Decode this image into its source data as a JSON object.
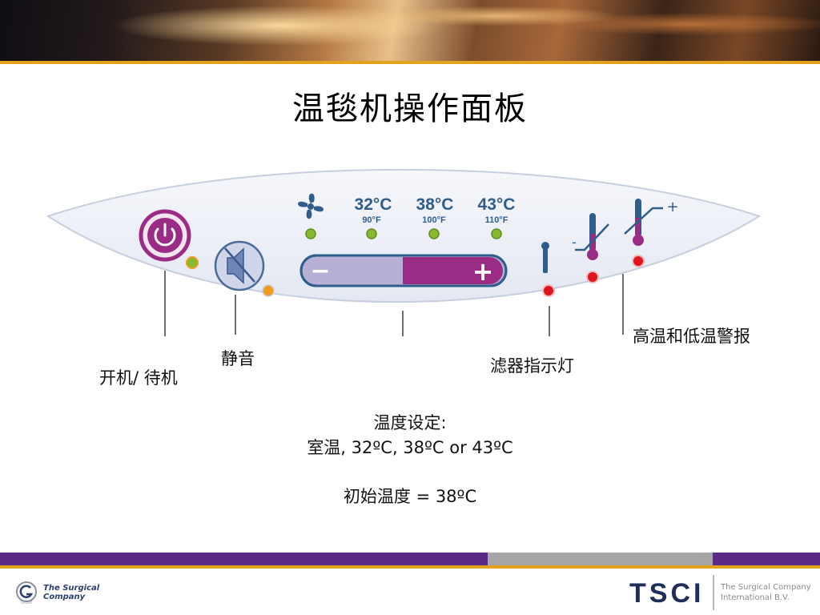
{
  "slide": {
    "title": "温毯机操作面板"
  },
  "panel": {
    "temperature_options": [
      {
        "celsius": "32°C",
        "fahrenheit": "90°F"
      },
      {
        "celsius": "38°C",
        "fahrenheit": "100°F"
      },
      {
        "celsius": "43°C",
        "fahrenheit": "110°F"
      }
    ],
    "temp_control": {
      "minus_label": "−",
      "plus_label": "+"
    },
    "alarm_signs": {
      "low": "-",
      "high": "+"
    },
    "colors": {
      "panel_fill": "#eef1f8",
      "panel_edge": "#c7cedd",
      "power_ring": "#9b2c86",
      "indicator_green": "#8ab830",
      "indicator_orange": "#f29a1e",
      "indicator_red": "#e0141c",
      "icon_blue": "#2f5d8c",
      "bar_light": "#b8b0d4",
      "bar_magenta": "#9b2c86"
    }
  },
  "callouts": {
    "power": "开机/ 待机",
    "mute": "静音",
    "filter": "滤器指示灯",
    "alarm": "高温和低温警报",
    "setting_title": "温度设定:",
    "setting_values": "室温, 32ºC, 38ºC or 43ºC",
    "initial_temp": "初始温度 = 38ºC"
  },
  "footer": {
    "left_brand_line1": "The Surgical",
    "left_brand_line2": "Company",
    "left_brand_small": "GROUP",
    "right_logo": "TSCI",
    "right_sub_line1": "The Surgical Company",
    "right_sub_line2": "International B.V."
  }
}
